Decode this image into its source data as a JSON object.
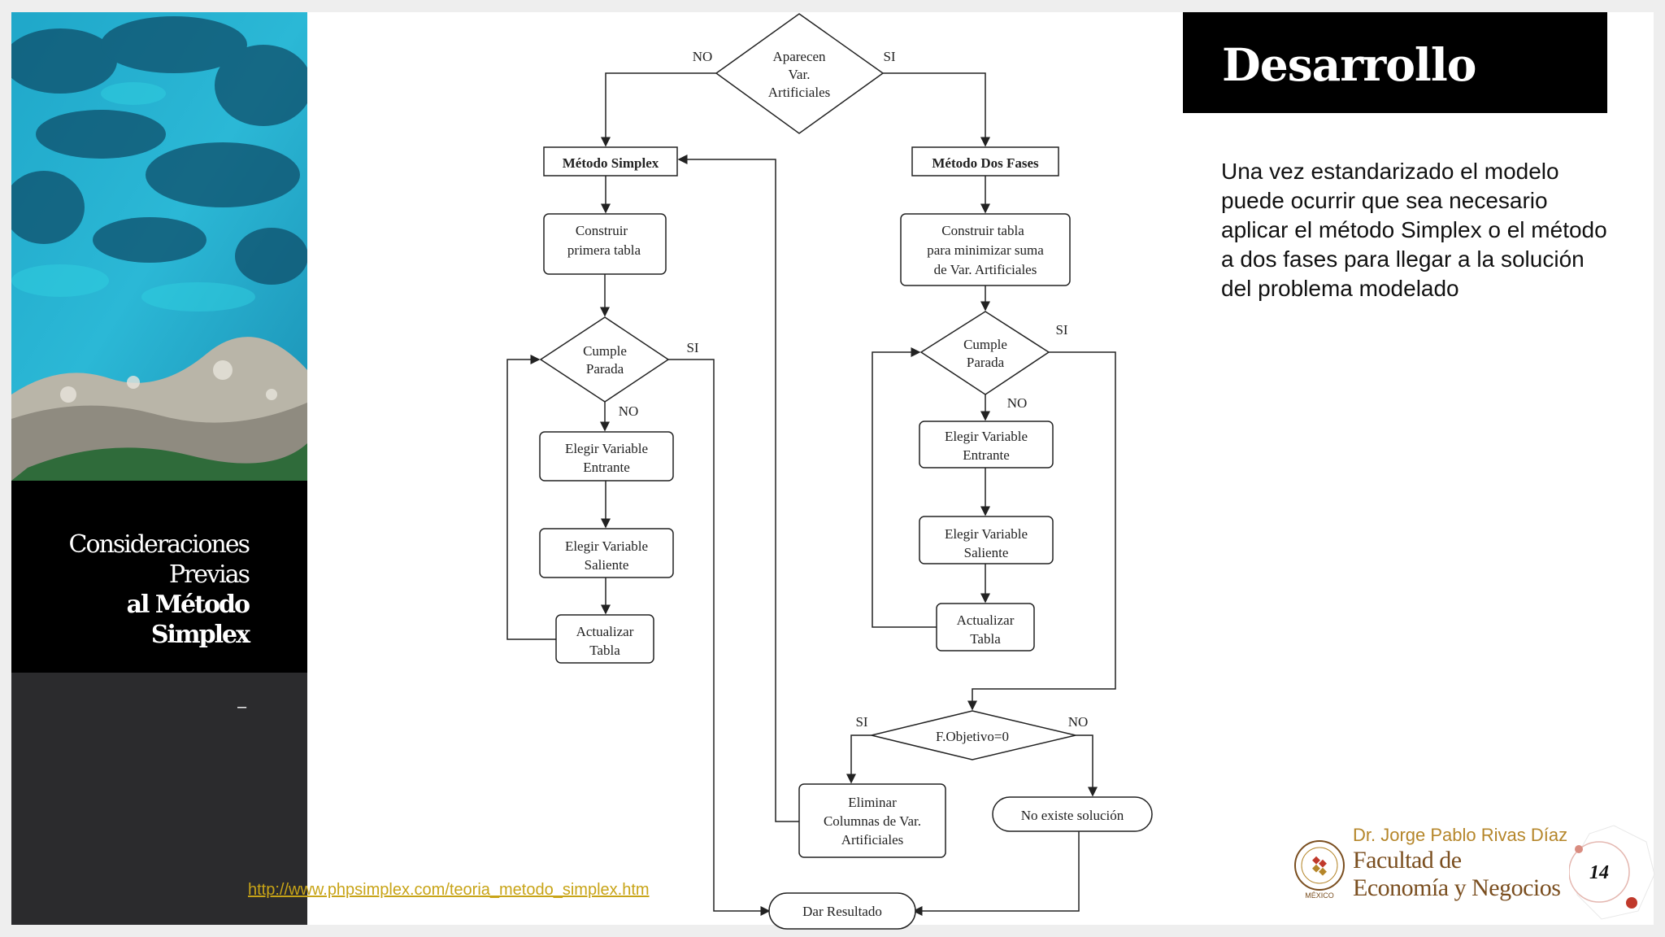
{
  "slide": {
    "side_title": {
      "line1": "Consideraciones",
      "line2": "Previas",
      "line3": "al Método",
      "line4": "Simplex"
    },
    "side_dash": "–",
    "header_title": "Desarrollo",
    "body_text": "Una vez estandarizado el modelo puede ocurrir que sea necesario aplicar el método Simplex o el método a dos fases para llegar a la solución del problema modelado",
    "source_link": "http://www.phpsimplex.com/teoria_metodo_simplex.htm",
    "author": "Dr. Jorge Pablo Rivas Díaz",
    "faculty_line1": "Facultad de",
    "faculty_line2": "Economía y Negocios",
    "seal_text": "MÉXICO",
    "page_number": "14"
  },
  "flowchart": {
    "start_l1": "Aparecen",
    "start_l2": "Var.",
    "start_l3": "Artificiales",
    "no": "NO",
    "si": "SI",
    "simplex": "Método Simplex",
    "dos_fases": "Método Dos Fases",
    "construir_l1": "Construir",
    "construir_l2": "primera tabla",
    "construir_min_l1": "Construir tabla",
    "construir_min_l2": "para minimizar suma",
    "construir_min_l3": "de Var. Artificiales",
    "cumple_l1": "Cumple",
    "cumple_l2": "Parada",
    "elegir_entrante_l1": "Elegir Variable",
    "elegir_entrante_l2": "Entrante",
    "elegir_saliente_l1": "Elegir Variable",
    "elegir_saliente_l2": "Saliente",
    "actualizar_l1": "Actualizar",
    "actualizar_l2": "Tabla",
    "fobjetivo": "F.Objetivo=0",
    "eliminar_l1": "Eliminar",
    "eliminar_l2": "Columnas de Var.",
    "eliminar_l3": "Artificiales",
    "no_existe": "No existe solución",
    "dar_resultado": "Dar Resultado"
  },
  "colors": {
    "header_bg": "#000000",
    "dark_panel": "#2b2b2d",
    "link": "#c8a417",
    "author": "#b5862a",
    "faculty": "#7a4e1f",
    "accent": "#c0392b"
  }
}
